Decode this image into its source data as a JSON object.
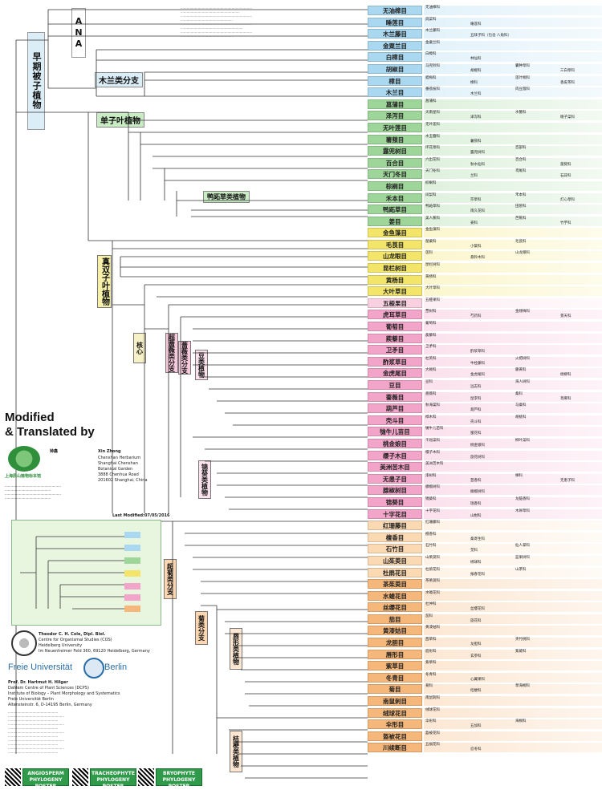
{
  "clades": {
    "ana": "ANA",
    "early_angiosperms": "早期被子植物",
    "magnoliids": "木兰类分支",
    "monocots": "单子叶植物",
    "commelinids": "鸭跖草类植物",
    "eudicots": "真双子叶植物",
    "core": "核心",
    "superrosids": "超蔷薇类分支",
    "rosids": "蔷薇类分支",
    "fabids": "豆类植物",
    "malvids": "锦葵类植物",
    "superasterids": "超菊类分支",
    "asterids": "菊类分支",
    "lamiids": "唇形类植物",
    "campanulids": "桔梗类植物"
  },
  "colors": {
    "blue": "#a9d8f0",
    "green": "#9ed69a",
    "yellow": "#f3e56a",
    "pink": "#f2a5c8",
    "orange": "#f5b77a",
    "lightpink": "#f8d0e0",
    "lightorange": "#fbd9b3"
  },
  "orders": [
    {
      "name": "无油樟目",
      "color": "blue",
      "families": [
        "无油樟科"
      ]
    },
    {
      "name": "睡莲目",
      "color": "blue",
      "families": [
        "莼菜科",
        "睡莲科"
      ]
    },
    {
      "name": "木兰藤目",
      "color": "blue",
      "families": [
        "木兰藤科",
        "五味子科（包含 八角科）"
      ]
    },
    {
      "name": "金粟兰目",
      "color": "blue",
      "families": [
        "金粟兰科"
      ]
    },
    {
      "name": "白樟目",
      "color": "blue",
      "families": [
        "白樟科",
        "林仙科"
      ]
    },
    {
      "name": "胡椒目",
      "color": "blue",
      "families": [
        "马兜铃科",
        "胡椒科",
        "囊种草科",
        "三白草科"
      ]
    },
    {
      "name": "樟目",
      "color": "blue",
      "families": [
        "蜡梅科",
        "樟科",
        "莲叶桐科",
        "香皮茶科"
      ]
    },
    {
      "name": "木兰目",
      "color": "blue",
      "families": [
        "番荔枝科",
        "木兰科",
        "肉豆蔻科"
      ]
    },
    {
      "name": "菖蒲目",
      "color": "green",
      "families": [
        "菖蒲科"
      ]
    },
    {
      "name": "泽泻目",
      "color": "green",
      "families": [
        "天南星科",
        "泽泻科",
        "水鳖科",
        "眼子菜科"
      ]
    },
    {
      "name": "无叶莲目",
      "color": "green",
      "families": [
        "无叶莲科"
      ]
    },
    {
      "name": "薯蓣目",
      "color": "green",
      "families": [
        "水玉簪科",
        "薯蓣科"
      ]
    },
    {
      "name": "露兜树目",
      "color": "green",
      "families": [
        "环花草科",
        "露兜树科",
        "百部科"
      ]
    },
    {
      "name": "百合目",
      "color": "green",
      "families": [
        "六出花科",
        "秋水仙科",
        "百合科",
        "菝葜科"
      ]
    },
    {
      "name": "天门冬目",
      "color": "green",
      "families": [
        "天门冬科",
        "兰科",
        "鸢尾科",
        "石蒜科"
      ]
    },
    {
      "name": "棕榈目",
      "color": "green",
      "families": [
        "棕榈科"
      ]
    },
    {
      "name": "禾本目",
      "color": "green",
      "families": [
        "凤梨科",
        "莎草科",
        "禾本科",
        "灯心草科"
      ]
    },
    {
      "name": "鸭跖草目",
      "color": "green",
      "families": [
        "鸭跖草科",
        "雨久花科",
        "田葱科"
      ]
    },
    {
      "name": "姜目",
      "color": "green",
      "families": [
        "美人蕉科",
        "姜科",
        "芭蕉科",
        "竹芋科"
      ]
    },
    {
      "name": "金鱼藻目",
      "color": "yellow",
      "families": [
        "金鱼藻科"
      ]
    },
    {
      "name": "毛茛目",
      "color": "yellow",
      "families": [
        "罂粟科",
        "小檗科",
        "毛茛科"
      ]
    },
    {
      "name": "山龙眼目",
      "color": "yellow",
      "families": [
        "莲科",
        "悬铃木科",
        "山龙眼科"
      ]
    },
    {
      "name": "昆栏树目",
      "color": "yellow",
      "families": [
        "昆栏树科"
      ]
    },
    {
      "name": "黄杨目",
      "color": "yellow",
      "families": [
        "黄杨科"
      ]
    },
    {
      "name": "大叶草目",
      "color": "yellow",
      "families": [
        "大叶草科"
      ]
    },
    {
      "name": "五桠果目",
      "color": "lightpink",
      "families": [
        "五桠果科"
      ]
    },
    {
      "name": "虎耳草目",
      "color": "pink",
      "families": [
        "蕈树科",
        "芍药科",
        "金缕梅科",
        "景天科"
      ]
    },
    {
      "name": "葡萄目",
      "color": "pink",
      "families": [
        "葡萄科"
      ]
    },
    {
      "name": "蒺藜目",
      "color": "pink",
      "families": [
        "蒺藜科"
      ]
    },
    {
      "name": "卫矛目",
      "color": "pink",
      "families": [
        "卫矛科",
        "酢浆草科"
      ]
    },
    {
      "name": "酢浆草目",
      "color": "pink",
      "families": [
        "杜英科",
        "牛栓藤科",
        "火把树科"
      ]
    },
    {
      "name": "金虎尾目",
      "color": "pink",
      "families": [
        "大戟科",
        "金虎尾科",
        "藤黄科",
        "杨柳科"
      ]
    },
    {
      "name": "豆目",
      "color": "pink",
      "families": [
        "豆科",
        "远志科",
        "海人树科"
      ]
    },
    {
      "name": "蔷薇目",
      "color": "pink",
      "families": [
        "蔷薇科",
        "鼠李科",
        "桑科",
        "荨麻科"
      ]
    },
    {
      "name": "葫芦目",
      "color": "pink",
      "families": [
        "秋海棠科",
        "葫芦科",
        "马桑科"
      ]
    },
    {
      "name": "壳斗目",
      "color": "pink",
      "families": [
        "桦木科",
        "壳斗科",
        "胡桃科"
      ]
    },
    {
      "name": "牻牛儿苗目",
      "color": "pink",
      "families": [
        "牻牛儿苗科",
        "蜜花科"
      ]
    },
    {
      "name": "桃金娘目",
      "color": "pink",
      "families": [
        "千屈菜科",
        "桃金娘科",
        "柳叶菜科"
      ]
    },
    {
      "name": "缨子木目",
      "color": "pink",
      "families": [
        "缨子木科",
        "旋花树科"
      ]
    },
    {
      "name": "美洲苦木目",
      "color": "pink",
      "families": [
        "美洲苦木科"
      ]
    },
    {
      "name": "无患子目",
      "color": "pink",
      "families": [
        "漆树科",
        "芸香科",
        "楝科",
        "无患子科"
      ]
    },
    {
      "name": "腺椒树目",
      "color": "pink",
      "families": [
        "腺椒树科",
        "瘿椒树科"
      ]
    },
    {
      "name": "锦葵目",
      "color": "pink",
      "families": [
        "锦葵科",
        "瑞香科",
        "龙脑香科"
      ]
    },
    {
      "name": "十字花目",
      "color": "pink",
      "families": [
        "十字花科",
        "山柑科",
        "木犀草科"
      ]
    },
    {
      "name": "红珊藤目",
      "color": "lightorange",
      "families": [
        "红珊藤科"
      ]
    },
    {
      "name": "檀香目",
      "color": "lightorange",
      "families": [
        "檀香科",
        "桑寄生科"
      ]
    },
    {
      "name": "石竹目",
      "color": "lightorange",
      "families": [
        "石竹科",
        "苋科",
        "仙人掌科"
      ]
    },
    {
      "name": "山茱萸目",
      "color": "lightorange",
      "families": [
        "山茱萸科",
        "绣球科",
        "蓝果树科"
      ]
    },
    {
      "name": "杜鹃花目",
      "color": "lightorange",
      "families": [
        "杜鹃花科",
        "报春花科",
        "山茶科"
      ]
    },
    {
      "name": "茶茱萸目",
      "color": "orange",
      "families": [
        "茶茱萸科"
      ]
    },
    {
      "name": "水螅花目",
      "color": "orange",
      "families": [
        "水螅花科"
      ]
    },
    {
      "name": "丝缨花目",
      "color": "orange",
      "families": [
        "杜仲科",
        "丝缨花科"
      ]
    },
    {
      "name": "茄目",
      "color": "orange",
      "families": [
        "茄科",
        "旋花科"
      ]
    },
    {
      "name": "黄漆姑目",
      "color": "orange",
      "families": [
        "黄漆姑科"
      ]
    },
    {
      "name": "龙胆目",
      "color": "orange",
      "families": [
        "茜草科",
        "龙胆科",
        "夹竹桃科"
      ]
    },
    {
      "name": "唇形目",
      "color": "orange",
      "families": [
        "唇形科",
        "玄参科",
        "紫葳科"
      ]
    },
    {
      "name": "紫草目",
      "color": "orange",
      "families": [
        "紫草科"
      ]
    },
    {
      "name": "冬青目",
      "color": "orange",
      "families": [
        "冬青科",
        "心翼果科"
      ]
    },
    {
      "name": "菊目",
      "color": "orange",
      "families": [
        "菊科",
        "桔梗科",
        "草海桐科"
      ]
    },
    {
      "name": "南鼠刺目",
      "color": "orange",
      "families": [
        "南鼠刺科"
      ]
    },
    {
      "name": "绒球花目",
      "color": "orange",
      "families": [
        "绒球花科"
      ]
    },
    {
      "name": "伞形目",
      "color": "orange",
      "families": [
        "伞形科",
        "五加科",
        "海桐科"
      ]
    },
    {
      "name": "盔被花目",
      "color": "orange",
      "families": [
        "盔被花科"
      ]
    },
    {
      "name": "川续断目",
      "color": "orange",
      "families": [
        "五福花科",
        "忍冬科"
      ]
    }
  ],
  "credits": {
    "modified": "Modified",
    "translated": "& Translated by",
    "translator": "Xin Zhong",
    "institution": "Chenshan Herbarium",
    "city": "Shanghai Chenshan",
    "garden": "Botanical Garden",
    "address1": "3888 Chenhua Road",
    "address2": "201602 Shanghai, China",
    "cn_name": "钟鑫",
    "logo_text": "上海辰山植物标本馆",
    "last_modified": "Last Modified:07/05/2016",
    "heidelberg_1": "Theodor C. H. Cole, Dipl. Biol.",
    "heidelberg_2": "Centre for Organismal Studies (COS)",
    "heidelberg_3": "Heidelberg University",
    "heidelberg_4": "Im Neuenheimer Feld 360, 69120 Heidelberg, Germany",
    "fu_left": "Freie Universität",
    "fu_right": "Berlin",
    "hilger_1": "Prof. Dr. Hartmut H. Hilger",
    "hilger_2": "Dahlem Centre of Plant Sciences (DCPS)",
    "hilger_3": "Institute of Biology – Plant Morphology and Systematics",
    "hilger_4": "Freie Universität Berlin",
    "hilger_5": "Altensteinstr. 6, D-14195 Berlin, Germany",
    "btn1": "ANGIOSPERM PHYLOGENY POSTER",
    "btn2": "TRACHEOPHYTE PHYLOGENY POSTER",
    "btn3": "BRYOPHYTE PHYLOGENY POSTER"
  }
}
